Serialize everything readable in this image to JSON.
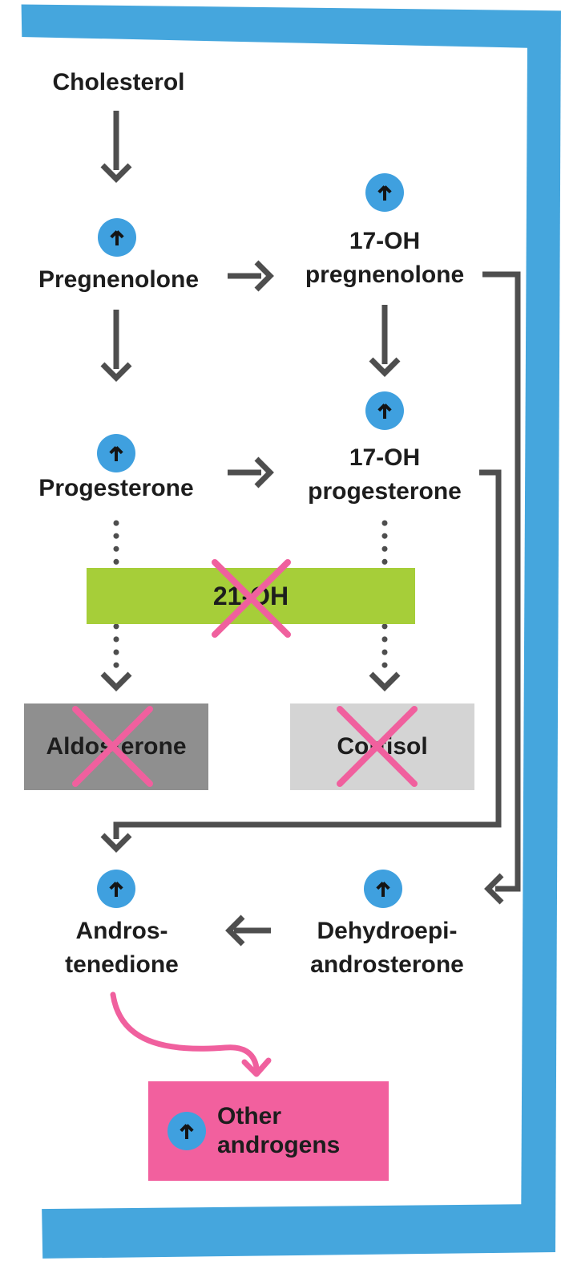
{
  "colors": {
    "frame_blue": "#45A6DD",
    "circle_blue": "#3FA0DF",
    "enzyme_green": "#A6CE39",
    "blocked_pink": "#F0609E",
    "androgens_box_pink": "#F2609E",
    "aldosterone_box_gray": "#8F8F8F",
    "cortisol_box_gray": "#D4D4D4",
    "arrow_gray": "#4E4E4E",
    "text_black": "#1D1D1D"
  },
  "nodes": {
    "cholesterol": {
      "label": "Cholesterol"
    },
    "pregnenolone": {
      "label": "Pregnenolone",
      "increased": true
    },
    "seventeen_oh_pregnenolone": {
      "line1": "17-OH",
      "line2": "pregnenolone",
      "increased": true
    },
    "progesterone": {
      "label": "Progesterone",
      "increased": true
    },
    "seventeen_oh_progesterone": {
      "line1": "17-OH",
      "line2": "progesterone",
      "increased": true
    },
    "aldosterone": {
      "label": "Aldosterone",
      "blocked": true
    },
    "cortisol": {
      "label": "Cortisol",
      "blocked": true
    },
    "androstenedione": {
      "line1": "Andros-",
      "line2": "tenedione",
      "increased": true
    },
    "dehydroepiandrosterone": {
      "line1": "Dehydroepi-",
      "line2": "androsterone",
      "increased": true
    },
    "other_androgens": {
      "line1": "Other",
      "line2": "androgens",
      "increased": true
    }
  },
  "enzyme": {
    "label": "21-OH",
    "blocked": true
  }
}
